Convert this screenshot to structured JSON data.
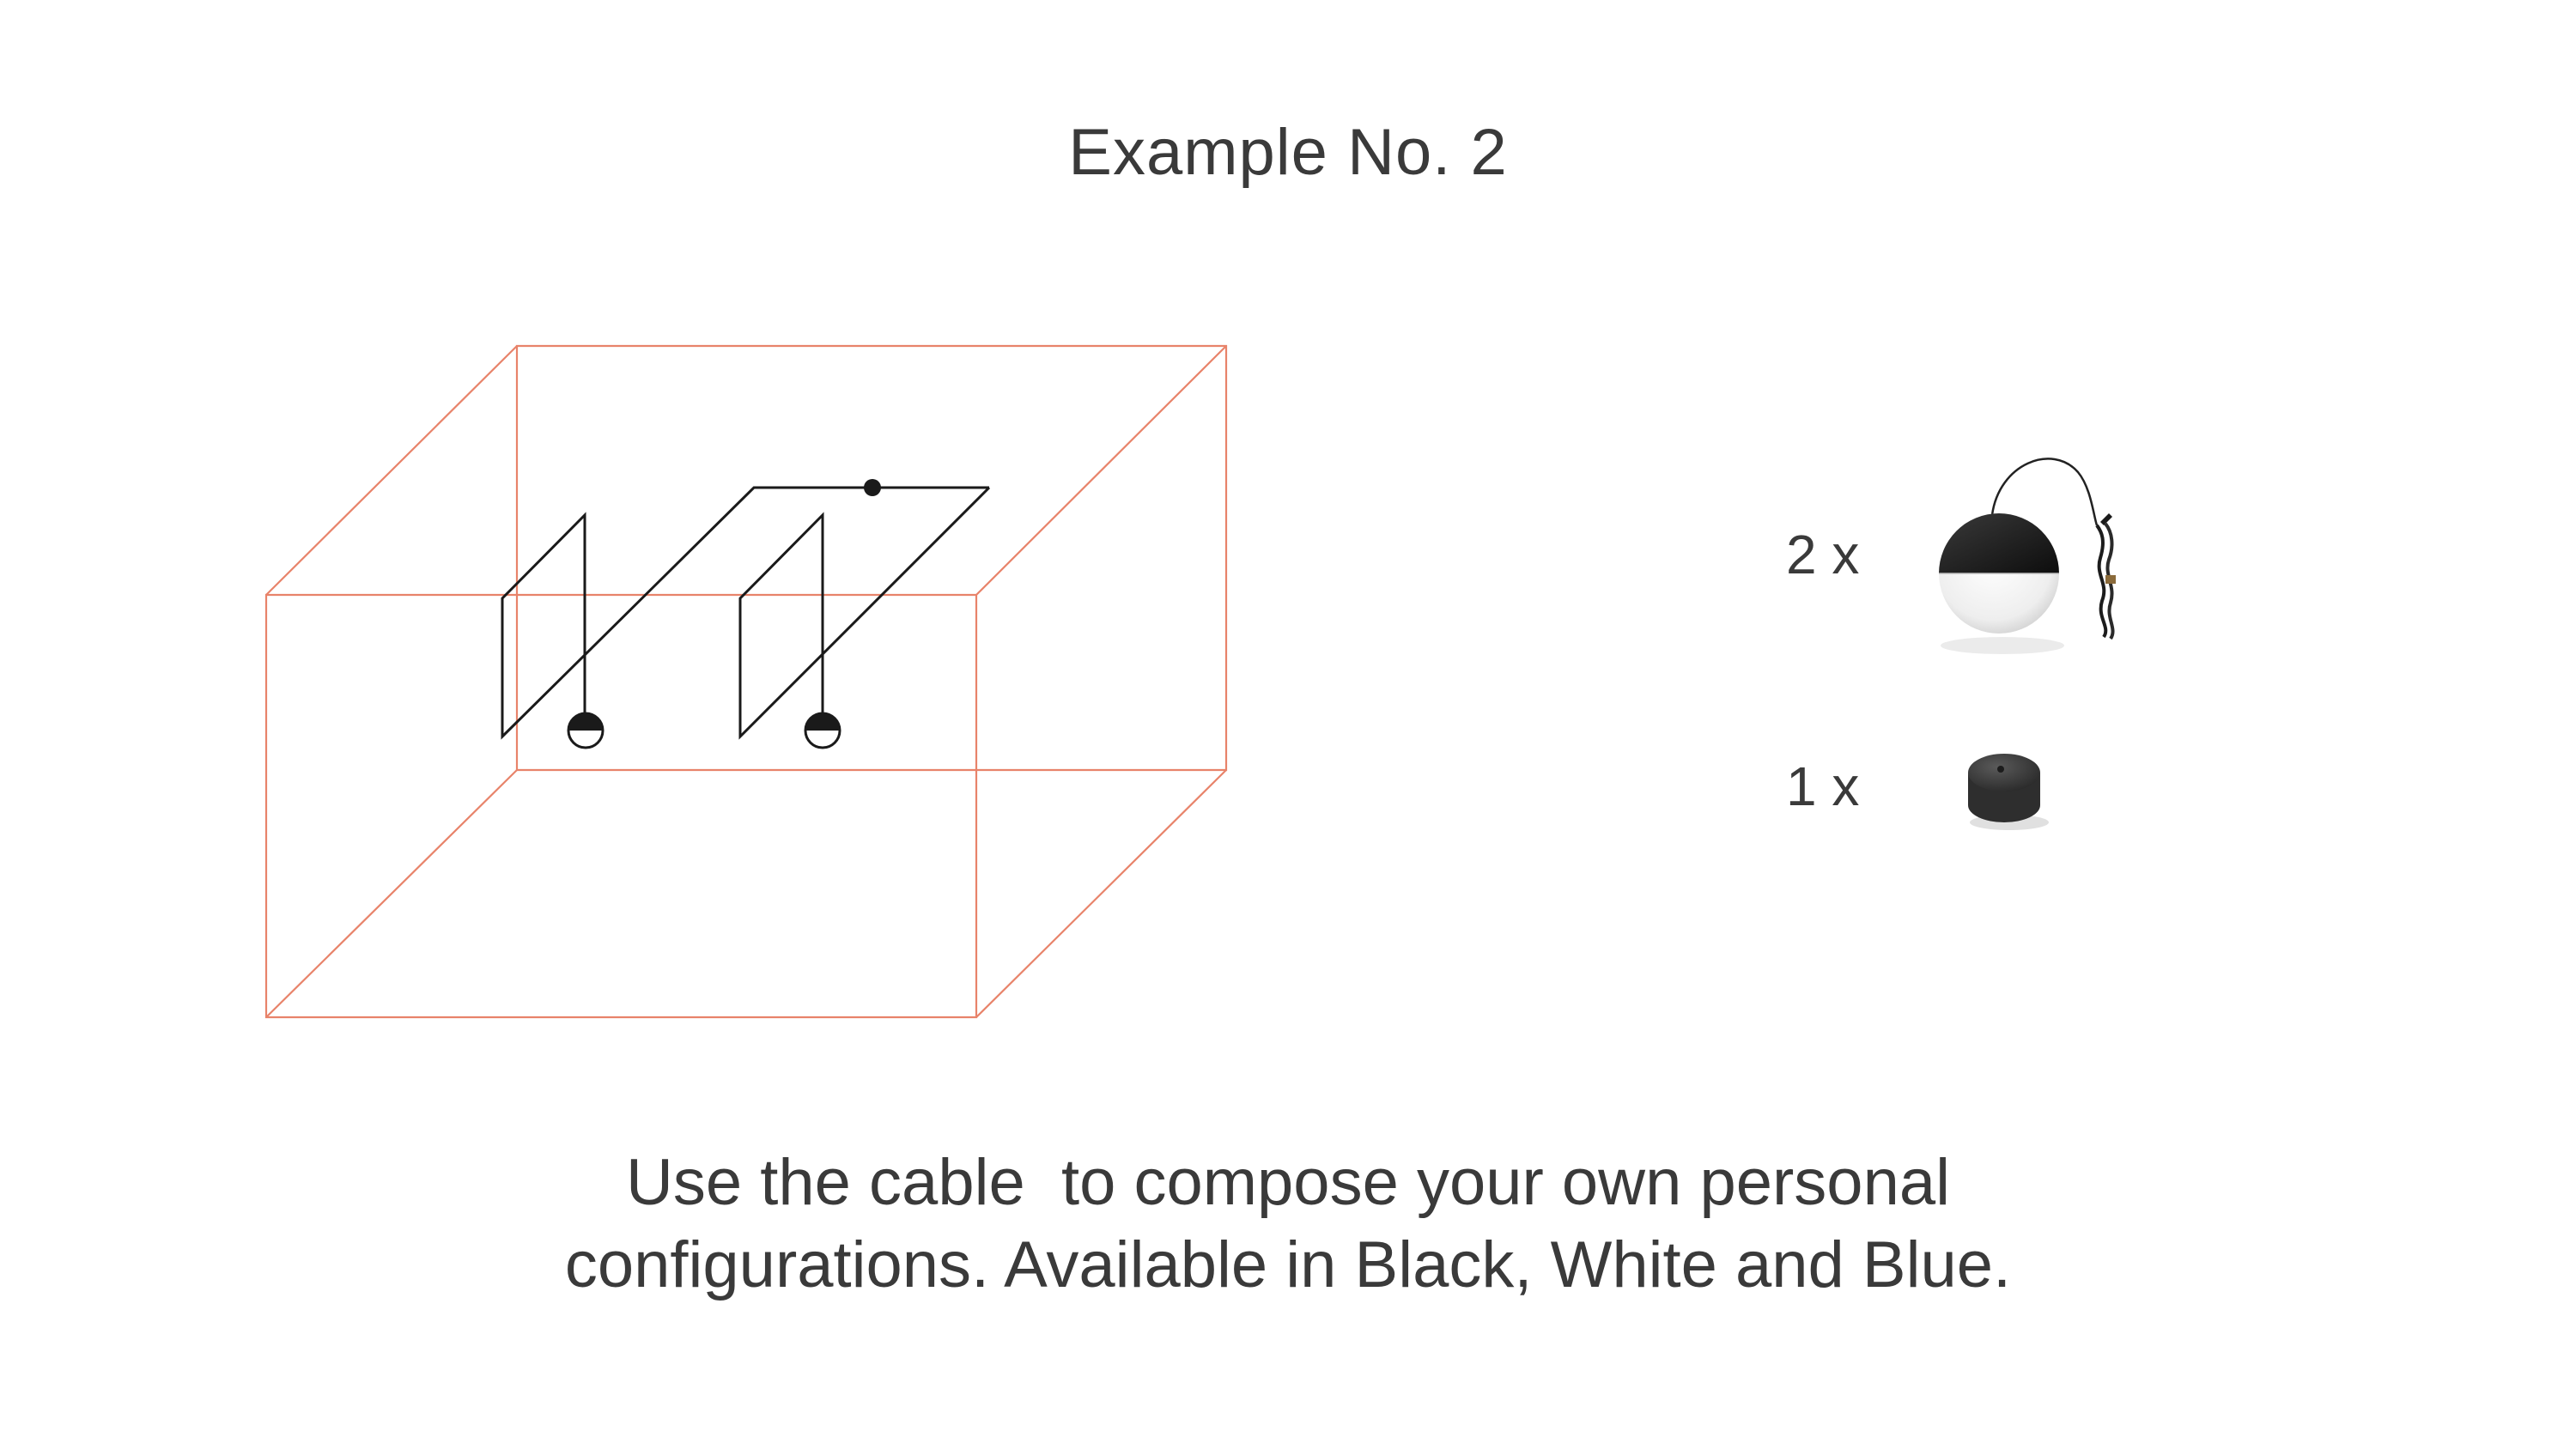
{
  "header": {
    "title": "Example No. 2"
  },
  "diagram": {
    "box_color": "#e8836a",
    "cable_color": "#1a1a1a",
    "icon": "room-box-with-cable-configuration"
  },
  "components": [
    {
      "quantity_label": "2 x",
      "icon": "pendant-lamp-icon"
    },
    {
      "quantity_label": "1 x",
      "icon": "power-hub-icon"
    }
  ],
  "caption": {
    "line1": "Use the cable  to compose your own personal",
    "line2": "configurations. Available in Black, White and Blue."
  }
}
